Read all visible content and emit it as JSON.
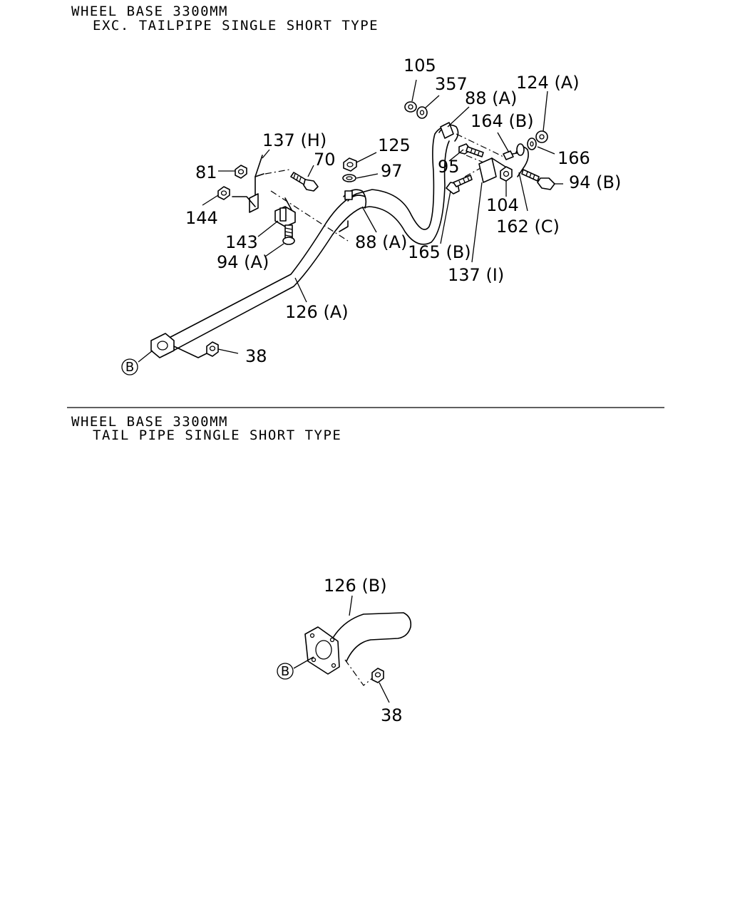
{
  "section1": {
    "line1": "WHEEL BASE 3300MM",
    "line2": "EXC. TAILPIPE SINGLE SHORT TYPE"
  },
  "section2": {
    "line1": "WHEEL BASE 3300MM",
    "line2": "TAIL PIPE SINGLE SHORT TYPE"
  },
  "labels1": {
    "l105": "105",
    "l357": "357",
    "l88a_top": "88 (A)",
    "l124a": "124 (A)",
    "l164b": "164 (B)",
    "l166": "166",
    "l137h": "137 (H)",
    "l125": "125",
    "l70": "70",
    "l81": "81",
    "l97": "97",
    "l95": "95",
    "l94b": "94 (B)",
    "l144": "144",
    "l104": "104",
    "l162c": "162 (C)",
    "l143": "143",
    "l88a_mid": "88 (A)",
    "l165b": "165 (B)",
    "l94a": "94 (A)",
    "l137i": "137 (I)",
    "l126a": "126 (A)",
    "l38": "38",
    "conn_b": "B"
  },
  "labels2": {
    "l126b": "126 (B)",
    "l38": "38",
    "conn_b": "B"
  }
}
